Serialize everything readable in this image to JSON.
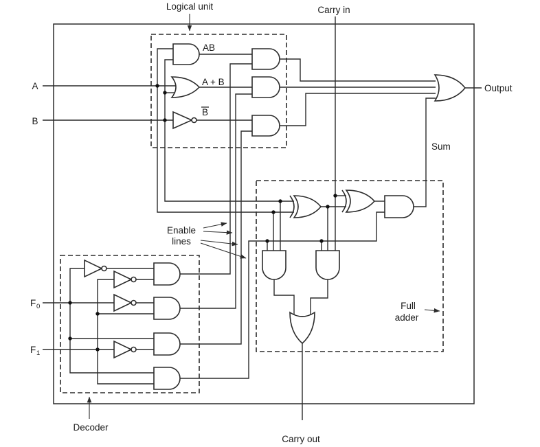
{
  "title": "ALU one-bit slice circuit diagram",
  "colors": {
    "ink": "#2b2b2b",
    "background": "#ffffff"
  },
  "labels": {
    "logical_unit": "Logical unit",
    "carry_in": "Carry in",
    "output": "Output",
    "sum": "Sum",
    "full_adder_line1": "Full",
    "full_adder_line2": "adder",
    "enable_line1": "Enable",
    "enable_line2": "lines",
    "decoder": "Decoder",
    "carry_out": "Carry out",
    "input_a": "A",
    "input_b": "B",
    "f_base": "F",
    "f0_sub": "0",
    "f1_sub": "1",
    "gate_ab": "AB",
    "gate_a_plus_b": "A + B",
    "gate_b_bar_base": "B"
  },
  "icons": {
    "and_gate": "D-shaped AND gate symbol",
    "or_gate": "shield-shaped OR gate symbol",
    "xor_gate": "OR gate with extra input arc",
    "not_gate": "triangle with inversion bubble",
    "junction_dot": "filled connection dot",
    "arrow": "pointer arrow"
  },
  "regions": {
    "outer_box": "chip boundary",
    "logical_unit_box": "dashed: AND/OR/NOT plus three enable AND gates",
    "full_adder_box": "dashed: two XOR, two 3-input AND, sum AND, carry OR",
    "decoder_box": "dashed: four inverters and four 2-input AND gates decoding F0 F1"
  }
}
